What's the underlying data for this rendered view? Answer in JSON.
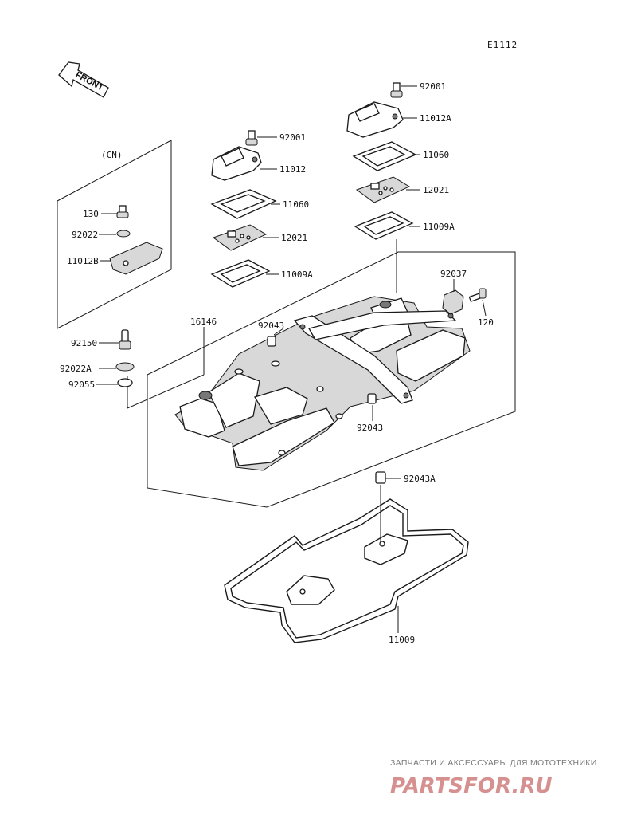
{
  "diagram_code": "E1112",
  "front_label": "FRONT",
  "cn_label": "(CN)",
  "labels": {
    "p92001_a": "92001",
    "p11012": "11012",
    "p11060_a": "11060",
    "p12021_a": "12021",
    "p11009A_a": "11009A",
    "p92001_b": "92001",
    "p11012A": "11012A",
    "p11060_b": "11060",
    "p12021_b": "12021",
    "p11009A_b": "11009A",
    "p130": "130",
    "p92022": "92022",
    "p11012B": "11012B",
    "p16146": "16146",
    "p92043_a": "92043",
    "p92037": "92037",
    "p120": "120",
    "p92150": "92150",
    "p92022A": "92022A",
    "p92055": "92055",
    "p92043_b": "92043",
    "p92043A": "92043A",
    "p11009": "11009"
  },
  "watermark": {
    "tagline": "ЗАПЧАСТИ И АКСЕССУАРЫ ДЛЯ МОТОТЕХНИКИ",
    "logo_text": "PARTSFOR.RU"
  },
  "colors": {
    "line": "#1a1a1a",
    "watermark_logo": "#c96b6b",
    "watermark_text": "#7a7a7a"
  }
}
